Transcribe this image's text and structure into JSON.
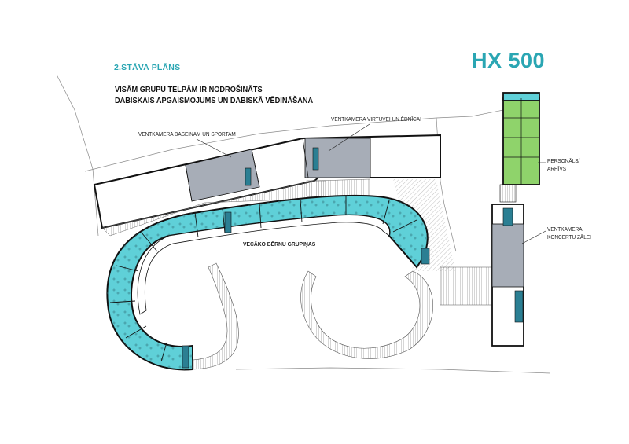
{
  "sheet": {
    "title": "2.STĀVA PLĀNS",
    "project_code": "HX 500",
    "notes": [
      "VISĀM GRUPU TELPĀM IR NODROŠINĀTS",
      "DABISKAIS APGAISMOJUMS UN DABISKĀ VĒDINĀŠANA"
    ]
  },
  "labels": {
    "vent_pool_sport": "VENTKAMERA BASEINAM UN SPORTAM",
    "vent_kitchen": "VENTKAMERA VIRTUVEI UN ĒDNĪCAI",
    "staff_archive_line1": "PERSONĀLS/",
    "staff_archive_line2": "ARHĪVS",
    "vent_concert_line1": "VENTKAMERA",
    "vent_concert_line2": "KONCERTU ZĀLEI",
    "older_children_groups": "VECĀKO BĒRNU GRUPIŅAS"
  },
  "colors": {
    "accent_teal": "#2aa6b3",
    "group_rooms": "#5fd0d8",
    "vent_rooms": "#a7adb7",
    "staff_rooms": "#8fd36b",
    "walls": "#111111",
    "terrain_lines": "#8a8a8a"
  }
}
